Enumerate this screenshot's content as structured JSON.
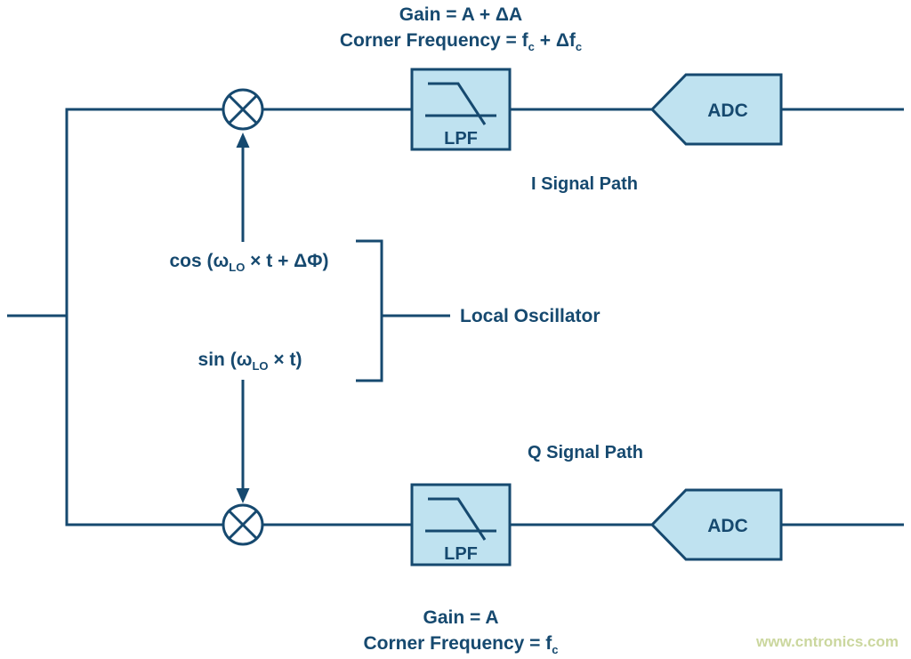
{
  "colors": {
    "stroke": "#16496f",
    "fill": "#bfe2f0",
    "watermark": "#cbd79e",
    "background": "#ffffff"
  },
  "top_caption": {
    "gain": "Gain = A + ΔA",
    "corner_pre": "Corner Frequency = f",
    "corner_sub1": "c",
    "corner_mid": " + Δf",
    "corner_sub2": "c"
  },
  "i_path_label": "I Signal Path",
  "q_path_label": "Q Signal Path",
  "local_oscillator": {
    "cos_pre": "cos (ω",
    "cos_sub": "LO",
    "cos_post": " × t + ΔΦ)",
    "sin_pre": "sin (ω",
    "sin_sub": "LO",
    "sin_post": " × t)",
    "label": "Local Oscillator"
  },
  "blocks": {
    "lpf_i": "LPF",
    "adc_i": "ADC",
    "lpf_q": "LPF",
    "adc_q": "ADC"
  },
  "bottom_caption": {
    "gain": "Gain = A",
    "corner_pre": "Corner Frequency = f",
    "corner_sub": "c"
  },
  "watermark": "www.cntronics.com"
}
